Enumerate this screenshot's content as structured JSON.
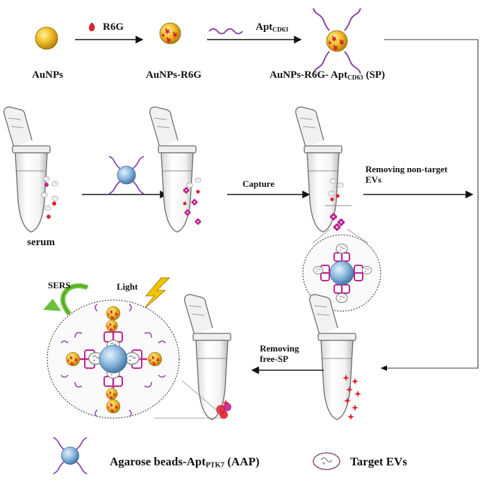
{
  "row1": {
    "aunps": "AuNPs",
    "r6g": "R6G",
    "aunps_r6g": "AuNPs-R6G",
    "apt_main": "Apt",
    "apt_sub": "CD63",
    "sp_main": "AuNPs-R6G- Apt",
    "sp_sub": "CD63",
    "sp_tail": " (SP)"
  },
  "row2": {
    "serum": "serum",
    "capture": "Capture",
    "removing_nontarget_1": "Removing  non-target",
    "removing_nontarget_2": "EVs"
  },
  "row3": {
    "sers": "SERS",
    "light": "Light",
    "removing_free_1": "Removing",
    "removing_free_2": "free-SP"
  },
  "legend": {
    "aap_main": "Agarose beads-Apt",
    "aap_sub": "PTK7",
    "aap_tail": " (AAP)",
    "target": "Target EVs"
  },
  "colors": {
    "gold": "#f2c230",
    "aptamer": "#8a3fa8",
    "bead": "#7aaed6",
    "ev_magenta": "#c0208f",
    "r6g_red": "#e02030",
    "sers_green": "#6cc23a",
    "light_yellow": "#f2c200"
  }
}
